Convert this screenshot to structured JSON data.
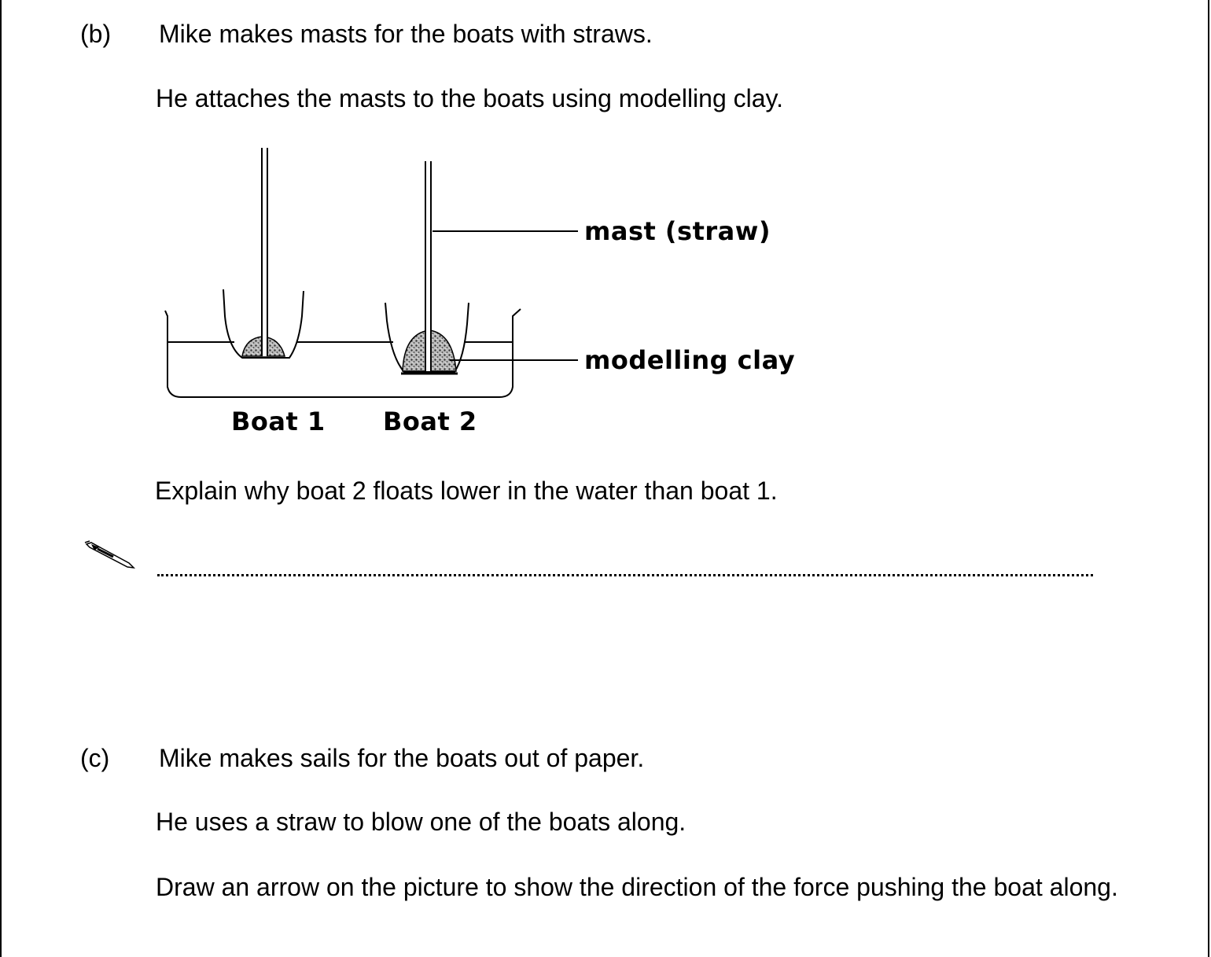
{
  "part_b": {
    "letter": "(b)",
    "line1": "Mike makes masts for the boats with straws.",
    "line2": "He attaches the masts to the boats using modelling clay.",
    "question": "Explain why boat 2 floats lower in the water than boat 1."
  },
  "diagram": {
    "label_mast": "mast (straw)",
    "label_clay": "modelling clay",
    "label_boat1": "Boat 1",
    "label_boat2": "Boat 2"
  },
  "part_c": {
    "letter": "(c)",
    "line1": "Mike makes sails for the boats out of paper.",
    "line2": "He uses a straw to blow one of the boats along.",
    "line3": "Draw an arrow on the picture to show the direction of the force pushing the boat along."
  },
  "icons": {
    "answer_marker": "pencil-icon"
  }
}
